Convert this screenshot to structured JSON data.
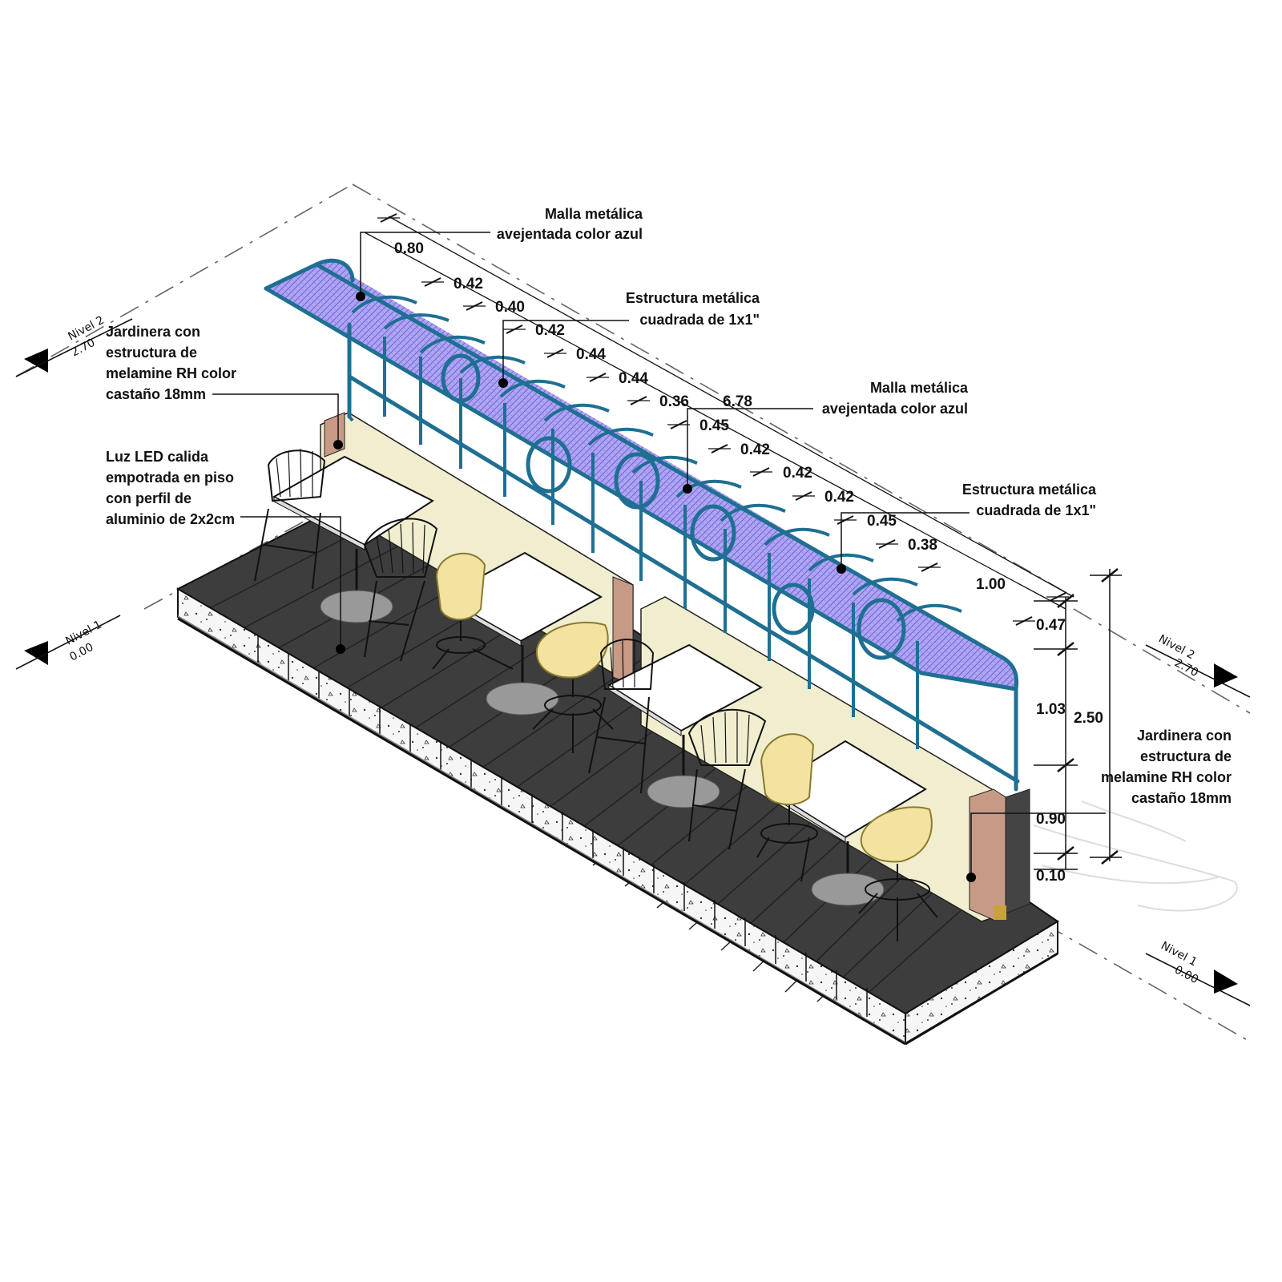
{
  "colors": {
    "frame_blue": "#1f6f93",
    "mesh_violet": "#7b6fe0",
    "planter_cream": "#f1edcf",
    "planter_brown": "#c79a86",
    "deck_dark": "#3a3a3a",
    "chair_yellow": "#f2e3a0",
    "concrete": "#f4f4f4"
  },
  "annotations": {
    "mesh_top": {
      "line1": "Malla metálica",
      "line2": "avejentada color azul"
    },
    "structure_top": {
      "line1": "Estructura metálica",
      "line2": "cuadrada de 1x1\""
    },
    "mesh_mid": {
      "line1": "Malla metálica",
      "line2": "avejentada color azul"
    },
    "structure_mid": {
      "line1": "Estructura metálica",
      "line2": "cuadrada de 1x1\""
    },
    "planter_left": {
      "line1": "Jardinera con",
      "line2": "estructura  de",
      "line3": "melamine RH color",
      "line4": "castaño 18mm"
    },
    "led": {
      "line1": "Luz LED calida",
      "line2": "empotrada en piso",
      "line3": "con perfil de",
      "line4": "aluminio de 2x2cm"
    },
    "planter_right": {
      "line1": "Jardinera con",
      "line2": "estructura  de",
      "line3": "melamine RH color",
      "line4": "castaño 18mm"
    }
  },
  "levels": {
    "left_top": {
      "name": "Nivel 2",
      "value": "2.70"
    },
    "left_bottom": {
      "name": "Nivel 1",
      "value": "0.00"
    },
    "right_top": {
      "name": "Nivel 2",
      "value": "2.70"
    },
    "right_bottom": {
      "name": "Nivel 1",
      "value": "0.00"
    }
  },
  "dimensions": {
    "spacing": [
      "0.80",
      "0.42",
      "0.40",
      "0.42",
      "0.44",
      "0.44",
      "0.36",
      "0.45",
      "0.42",
      "0.42",
      "0.42",
      "0.45",
      "0.38",
      "1.00"
    ],
    "total_length": "6.78",
    "vertical": [
      "0.47",
      "1.03",
      "0.90",
      "0.10"
    ],
    "total_height": "2.50"
  }
}
